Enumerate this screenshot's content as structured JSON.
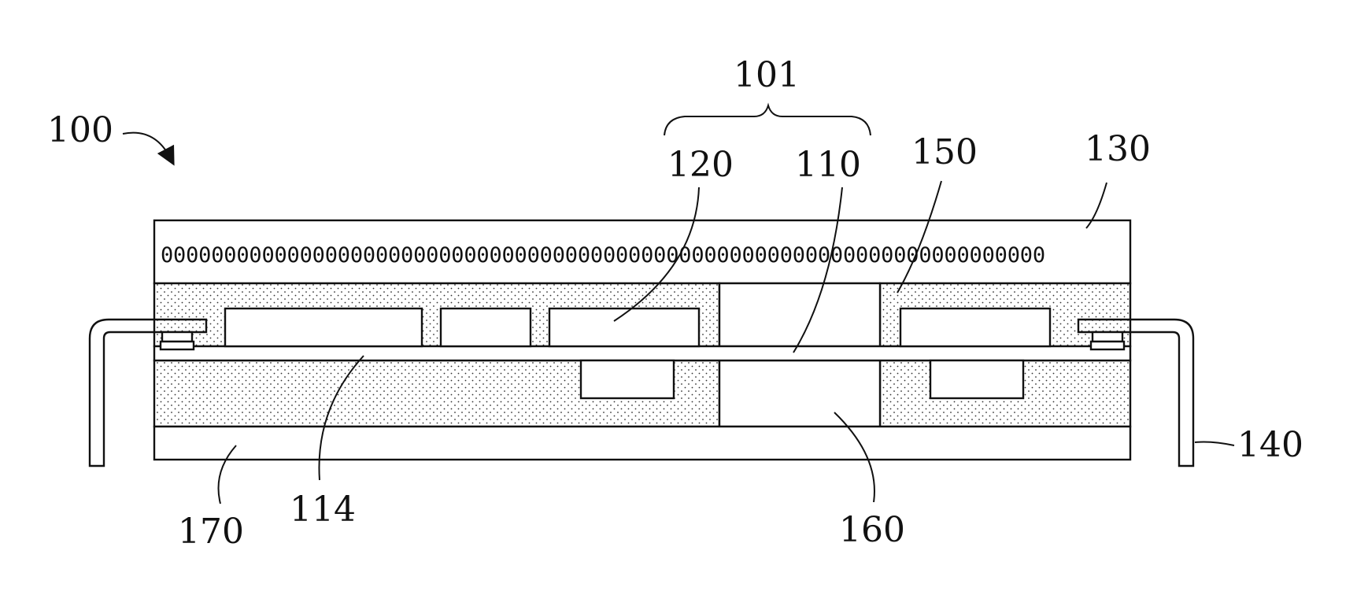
{
  "figure": {
    "labels": {
      "l100": "100",
      "l101": "101",
      "l110": "110",
      "l114": "114",
      "l120": "120",
      "l130": "130",
      "l140": "140",
      "l150": "150",
      "l160": "160",
      "l170": "170"
    },
    "ring_row": "0000000000000000000000000000000000000000000000000000000000000000000000"
  }
}
